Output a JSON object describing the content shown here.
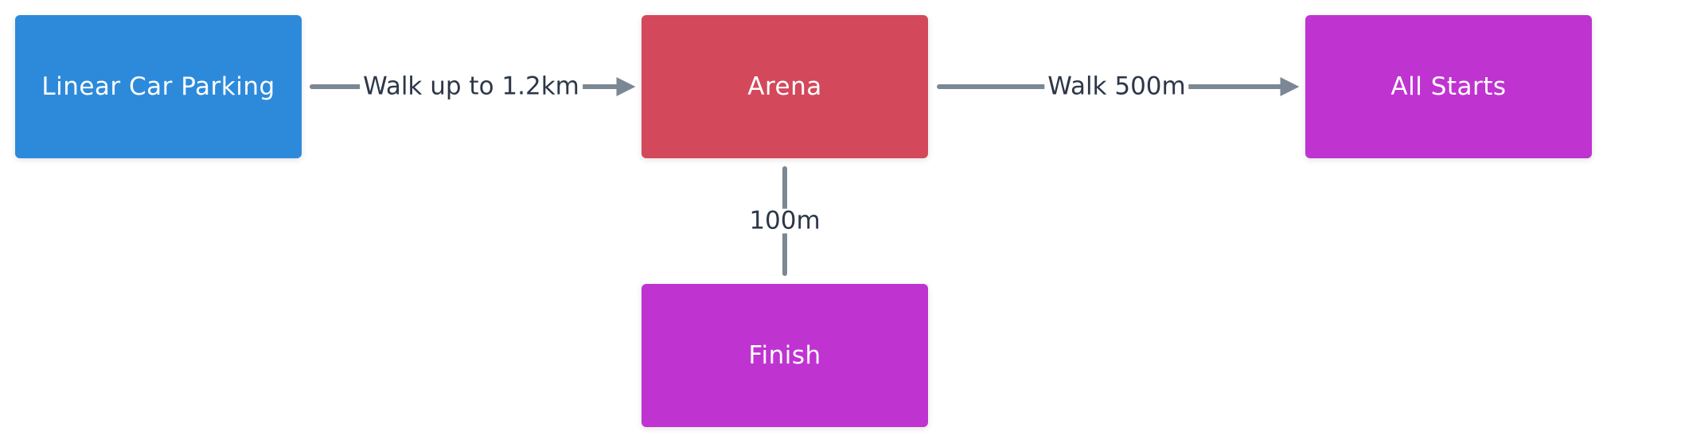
{
  "colors": {
    "parking": "#2d8adb",
    "arena": "#d4485c",
    "starts": "#bf33d1",
    "finish": "#bf33d1",
    "edge": "#7b8794"
  },
  "nodes": {
    "parking": {
      "label": "Linear Car Parking"
    },
    "arena": {
      "label": "Arena"
    },
    "starts": {
      "label": "All Starts"
    },
    "finish": {
      "label": "Finish"
    }
  },
  "edges": {
    "parking_arena": {
      "label": "Walk up to 1.2km"
    },
    "arena_starts": {
      "label": "Walk 500m"
    },
    "arena_finish": {
      "label": "100m"
    }
  }
}
